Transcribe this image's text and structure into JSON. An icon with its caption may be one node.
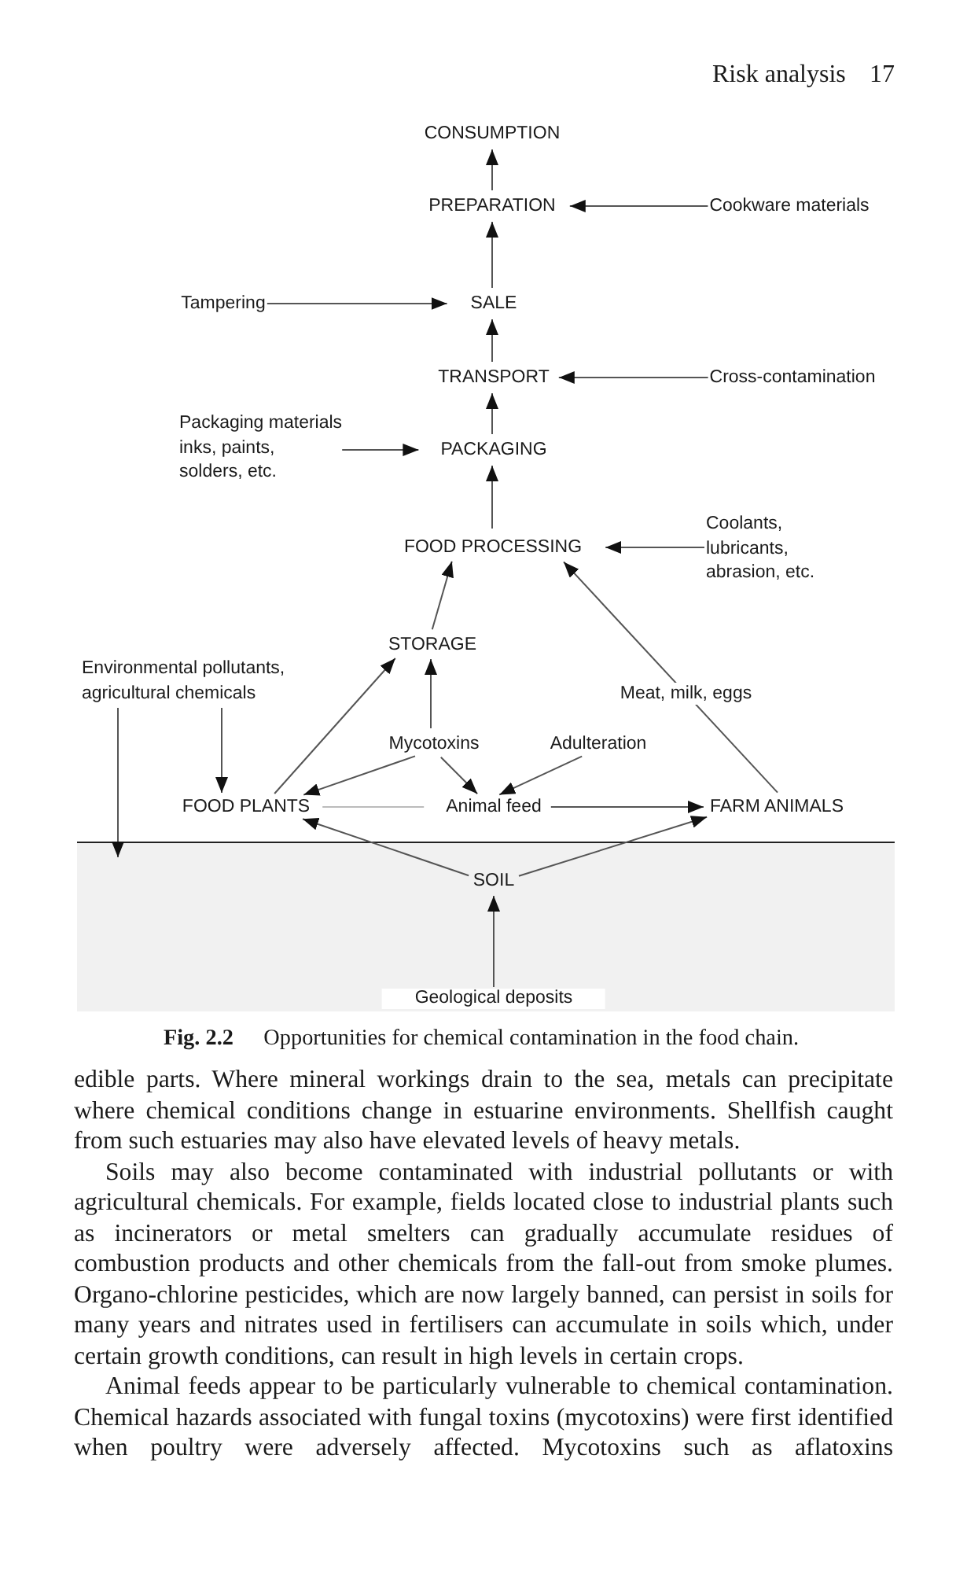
{
  "diagram": {
    "caption": "**Fig. 2.2** Opportunities for chemical contamination in the food chain.",
    "nodes": [
      {
        "text": [
          "CONSUMPTION"
        ]
      },
      {
        "text": [
          "PREPARATION"
        ]
      },
      {
        "text": [
          "Cookware materials"
        ]
      },
      {
        "text": [
          "Tampering"
        ]
      },
      {
        "text": [
          "SALE"
        ]
      },
      {
        "text": [
          "TRANSPORT"
        ]
      },
      {
        "text": [
          "Cross-contamination"
        ]
      },
      {
        "text": [
          "Packaging materials inks, paints, solders, etc."
        ]
      },
      {
        "text": [
          "PACKAGING"
        ]
      },
      {
        "text": [
          "FOOD PROCESSING"
        ]
      },
      {
        "text": [
          "Coolants, lubricants, abrasion, etc."
        ]
      },
      {
        "text": [
          "STORAGE"
        ]
      },
      {
        "text": [
          "Environmental pollutants, agricultural chemicals"
        ]
      },
      {
        "text": [
          "Mycotoxins"
        ]
      },
      {
        "text": [
          "Adulteration"
        ]
      },
      {
        "text": [
          "FOOD PLANTS"
        ]
      },
      {
        "text": [
          "Animal feed"
        ]
      },
      {
        "text": [
          "FARM ANIMALS"
        ]
      },
      {
        "text": [],
        "shape": "band"
      },
      {
        "text": [
          "SOIL"
        ],
        "in": 18
      },
      {
        "text": [
          "Geological deposits"
        ],
        "in": 18
      }
    ],
    "edges": [
      {
        "from": 1,
        "to": 0,
        "arrow": "to"
      },
      {
        "from": 2,
        "to": 1,
        "arrow": "to"
      },
      {
        "from": 4,
        "to": 1,
        "arrow": "to"
      },
      {
        "from": 3,
        "to": 4,
        "arrow": "to"
      },
      {
        "from": 5,
        "to": 4,
        "arrow": "to"
      },
      {
        "from": 6,
        "to": 5,
        "arrow": "to"
      },
      {
        "from": 7,
        "to": 8,
        "arrow": "to"
      },
      {
        "from": 8,
        "to": 5,
        "arrow": "to"
      },
      {
        "from": 9,
        "to": 8,
        "arrow": "to"
      },
      {
        "from": 10,
        "to": 9,
        "arrow": "to"
      },
      {
        "from": 11,
        "to": 9,
        "arrow": "to"
      },
      {
        "from": 17,
        "to": 9,
        "arrow": "to",
        "label": "Meat, milk, eggs"
      },
      {
        "from": 12,
        "to": 15,
        "arrow": "to"
      },
      {
        "from": 12,
        "to": 18,
        "arrow": "to"
      },
      {
        "from": 15,
        "to": 11,
        "arrow": "to"
      },
      {
        "from": 13,
        "to": 11,
        "arrow": "to"
      },
      {
        "from": 13,
        "to": 15,
        "arrow": "to"
      },
      {
        "from": 13,
        "to": 16,
        "arrow": "to"
      },
      {
        "from": 14,
        "to": 16,
        "arrow": "to"
      },
      {
        "from": 16,
        "to": 17,
        "arrow": "to"
      },
      {
        "from": 15,
        "to": 16,
        "arrow": "none",
        "color": "#bbbbbb"
      },
      {
        "from": 19,
        "to": 15,
        "arrow": "to"
      },
      {
        "from": 19,
        "to": 17,
        "arrow": "to"
      },
      {
        "from": 20,
        "to": 19,
        "arrow": "to"
      }
    ],
    "labels": [
      "Risk analysis",
      "17",
      "edible parts. Where mineral workings drain to the sea, metals can precipitate where chemical conditions change in estuarine environments. Shellfish caught from such estuaries may also have elevated levels of heavy metals.",
      "Soils may also become contaminated with industrial pollutants or with agricultural chemicals. For example, fields located close to industrial plants such as incinerators or metal smelters can gradually accumulate residues of combustion products and other chemicals from the fall-out from smoke plumes. Organo-chlorine pesticides, which are now largely banned, can persist in soils for many years and nitrates used in fertilisers can accumulate in soils which, under certain growth conditions, can result in high levels in certain crops.",
      "Animal feeds appear to be particularly vulnerable to chemical contamination. Chemical hazards associated with fungal toxins (mycotoxins) were first identified when poultry were adversely affected. Mycotoxins such as aflatoxins"
    ]
  }
}
